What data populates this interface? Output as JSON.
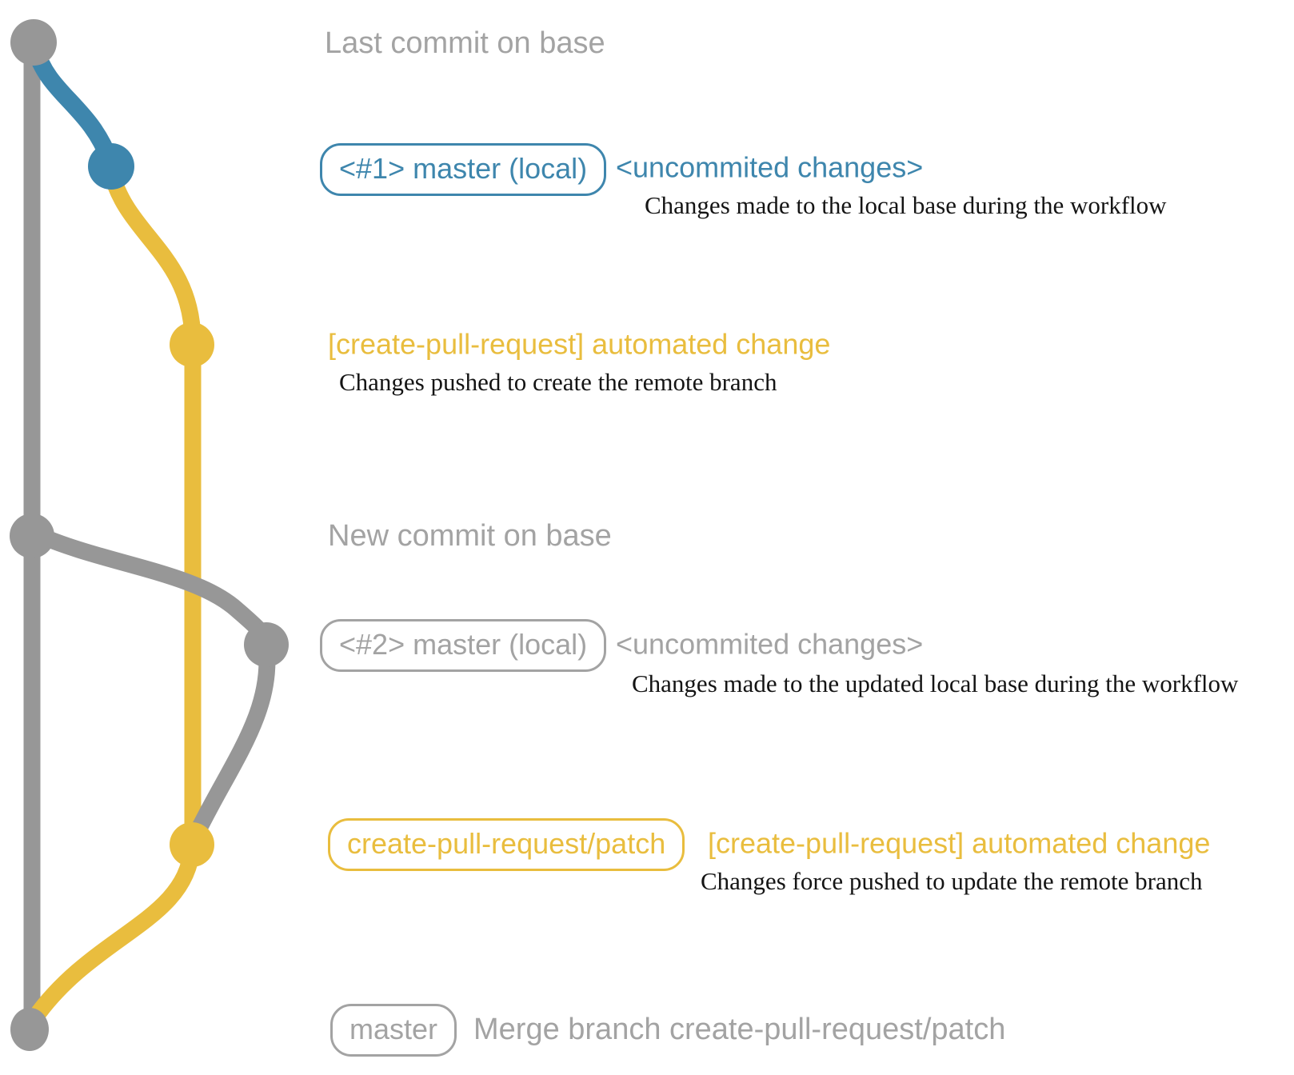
{
  "colors": {
    "blue": "#3e86ad",
    "yellow": "#e9bd3e",
    "line_gray": "#979797",
    "label_gray": "#a3a3a3",
    "description_black": "#141414"
  },
  "rows": {
    "row1": {
      "text": "Last commit on base"
    },
    "row2": {
      "badge": "<#1> master (local)",
      "title": "<uncommited changes>",
      "desc": "Changes made to the local base during the workflow"
    },
    "row3": {
      "title": "[create-pull-request] automated change",
      "desc": "Changes pushed to create the remote branch"
    },
    "row4": {
      "text": "New commit on base"
    },
    "row5": {
      "badge": "<#2> master (local)",
      "title": "<uncommited changes>",
      "desc": "Changes made to the updated local base during the workflow"
    },
    "row6": {
      "badge": "create-pull-request/patch",
      "title": "[create-pull-request] automated change",
      "desc": "Changes force pushed to update the remote branch"
    },
    "row7": {
      "badge": "master",
      "title": "Merge branch create-pull-request/patch"
    }
  }
}
